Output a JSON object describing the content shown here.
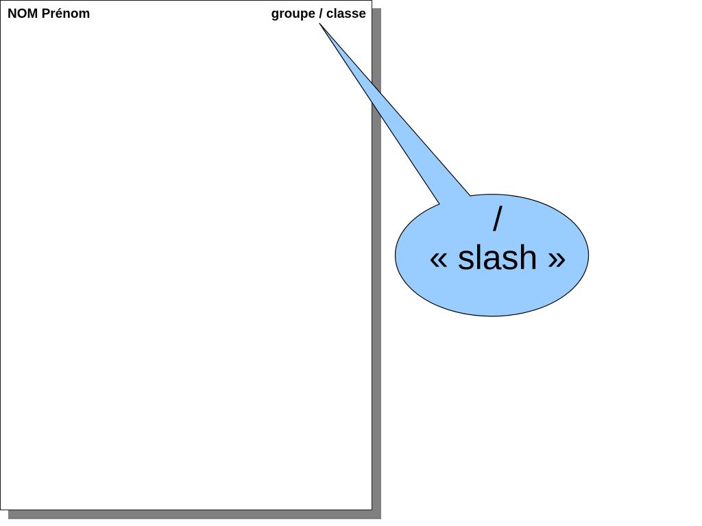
{
  "document": {
    "name_label": "NOM Prénom",
    "class_label": "groupe / classe"
  },
  "callout": {
    "symbol": "/",
    "word": "« slash »",
    "fill_color": "#99ccff",
    "stroke_color": "#000000"
  },
  "colors": {
    "page_shadow": "#808080",
    "page_background": "#ffffff"
  }
}
